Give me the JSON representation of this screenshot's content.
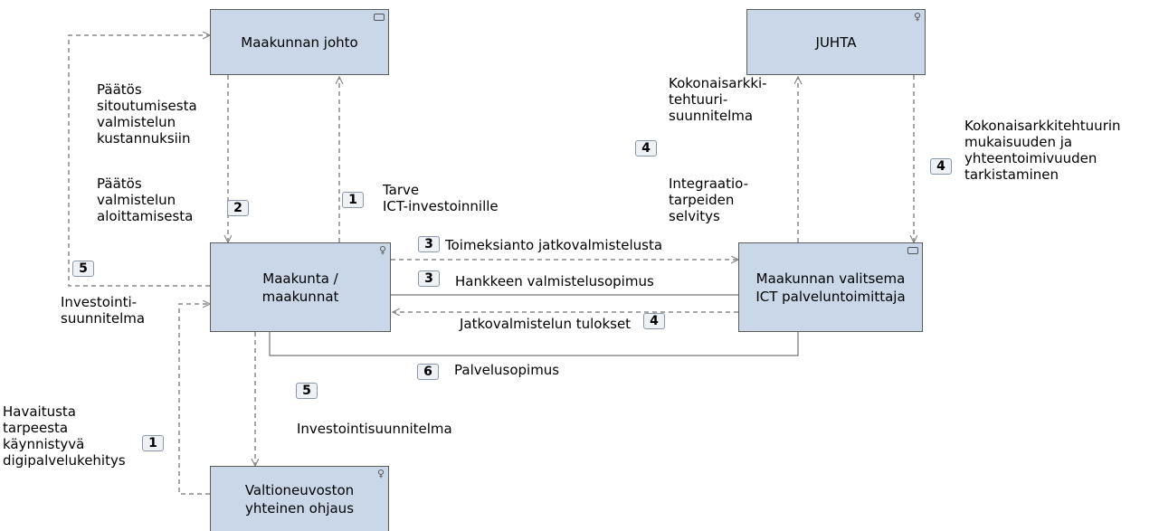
{
  "nodes": {
    "maakunnan_johto": "Maakunnan johto",
    "juhta": "JUHTA",
    "maakunta": "Maakunta /\nmaakunnat",
    "palveluntoimittaja": "Maakunnan valitsema\nICT palveluntoimittaja",
    "valtioneuvosto": "Valtioneuvoston\nyhteinen ohjaus"
  },
  "labels": {
    "paatos_sitoutumisesta": "Päätös\nsitoutumisesta\nvalmistelun\nkustannuksiin",
    "paatos_aloittamisesta": "Päätös\nvalmistelun\naloittamisesta",
    "tarve": "Tarve\nICT-investoinnille",
    "kokonaisarkkitehtuurisuunnitelma": "Kokonaisarkki-\ntehtuuri-\nsuunnitelma",
    "integraatiotarpeiden": "Integraatio-\ntarpeiden\nselvitys",
    "tarkistaminen": "Kokonaisarkkitehtuurin\nmukaisuuden ja\nyhteentoimivuuden\ntarkistaminen",
    "toimeksianto": "Toimeksianto  jatkovalmistelusta",
    "hankkeen": "Hankkeen valmistelusopimus",
    "jatkovalmistelun": "Jatkovalmistelun tulokset",
    "palvelusopimus": "Palvelusopimus",
    "investointisuunnitelma_left": "Investointi-\nsuunnitelma",
    "investointisuunnitelma_mid": "Investointisuunnitelma",
    "havaitusta": "Havaitusta\ntarpeesta\nkäynnistyvä\ndigipalvelukehitys"
  },
  "badges": {
    "b2": "2",
    "b1_top": "1",
    "b4_mid": "4",
    "b4_right": "4",
    "b5_left": "5",
    "b3_toimeksianto": "3",
    "b3_hankkeen": "3",
    "b4_jatko": "4",
    "b6": "6",
    "b5_mid": "5",
    "b1_bottom": "1"
  },
  "icons": {
    "actor": "actor-icon",
    "component": "component-icon"
  },
  "colors": {
    "node_fill": "#c9d7e8",
    "line": "#888888"
  }
}
